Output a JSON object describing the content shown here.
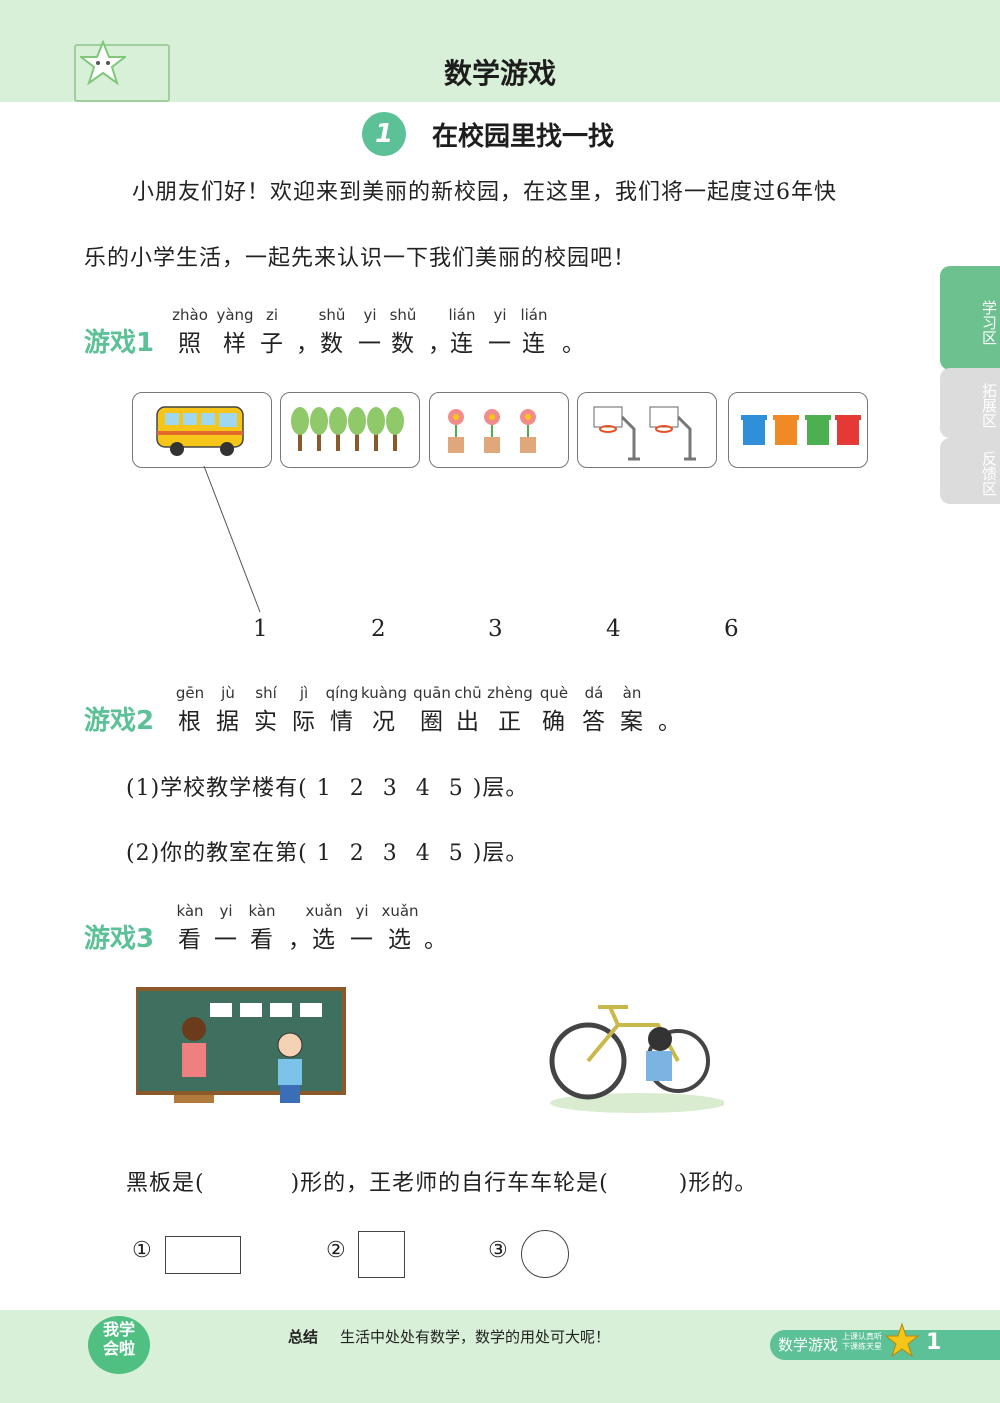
{
  "header": {
    "title": "数学游戏"
  },
  "lesson": {
    "number": "1",
    "title": "在校园里找一找"
  },
  "intro": {
    "line1": "小朋友们好！欢迎来到美丽的新校园，在这里，我们将一起度过6年快",
    "line2": "乐的小学生活，一起先来认识一下我们美丽的校园吧！"
  },
  "side_tabs": {
    "study": "学习区",
    "extend": "拓展区",
    "feedback": "反馈区"
  },
  "game1": {
    "label": "游戏1",
    "chars": [
      "照",
      "样",
      "子",
      "，",
      "数",
      "一",
      "数",
      "，",
      "连",
      "一",
      "连",
      "。"
    ],
    "pinyin": [
      "zhào",
      "yàng",
      "zi",
      "",
      "shǔ",
      "yi",
      "shǔ",
      "",
      "lián",
      "yi",
      "lián",
      ""
    ],
    "numbers": [
      "1",
      "2",
      "3",
      "4",
      "6"
    ]
  },
  "game2": {
    "label": "游戏2",
    "chars": [
      "根",
      "据",
      "实",
      "际",
      "情",
      "况",
      "圈",
      "出",
      "正",
      "确",
      "答",
      "案",
      "。"
    ],
    "pinyin": [
      "gēn",
      "jù",
      "shí",
      "jì",
      "qíng",
      "kuàng",
      "quān",
      "chū",
      "zhèng",
      "què",
      "dá",
      "àn",
      ""
    ],
    "q1_prefix": "(1)学校教学楼有(",
    "q2_prefix": "(2)你的教室在第(",
    "options": [
      "1",
      "2",
      "3",
      "4",
      "5"
    ],
    "q_suffix": ")层。"
  },
  "game3": {
    "label": "游戏3",
    "chars": [
      "看",
      "一",
      "看",
      "，",
      "选",
      "一",
      "选",
      "。"
    ],
    "pinyin": [
      "kàn",
      "yi",
      "kàn",
      "",
      "xuǎn",
      "yi",
      "xuǎn",
      ""
    ],
    "sentence_a": "黑板是(",
    "sentence_b": ")形的，王老师的自行车车轮是(",
    "sentence_c": ")形的。",
    "choices": [
      "①",
      "②",
      "③"
    ]
  },
  "footer": {
    "badge": [
      "我学",
      "会啦"
    ],
    "summary_label": "总结",
    "summary_text": "生活中处处有数学，数学的用处可大呢！",
    "book_name": "数学游戏",
    "slogan": [
      "上课认真听",
      "下课练天星"
    ],
    "page_number": "1"
  },
  "colors": {
    "accent": "#5cc196",
    "band": "#d9f0d8"
  }
}
